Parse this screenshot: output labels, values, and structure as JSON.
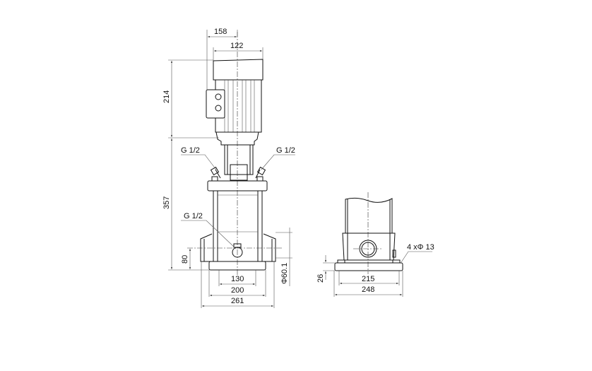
{
  "front_view": {
    "dims": {
      "motor_offset_width": "158",
      "motor_width": "122",
      "motor_height": "214",
      "pump_height": "357",
      "port_height": "80",
      "port_diameter": "Φ60.1",
      "base_inner_width": "130",
      "base_width": "200",
      "port_to_port": "261"
    },
    "labels": {
      "vent_left": "G 1/2",
      "vent_right": "G 1/2",
      "drain": "G 1/2"
    }
  },
  "side_view": {
    "dims": {
      "base_thickness": "26",
      "hole_spacing": "215",
      "base_length": "248"
    },
    "labels": {
      "holes": "4 xΦ 13"
    }
  }
}
